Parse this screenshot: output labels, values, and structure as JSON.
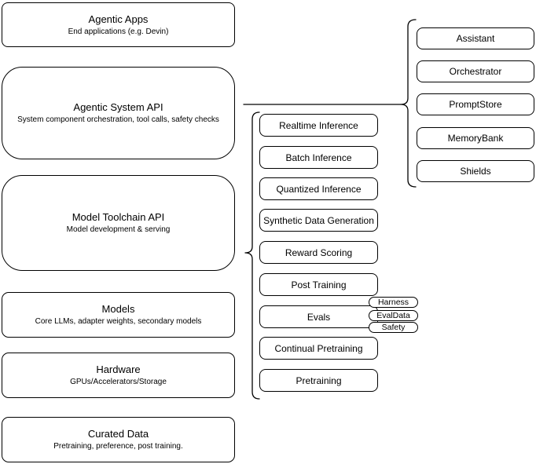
{
  "left_stack": [
    {
      "title": "Agentic Apps",
      "subtitle": "End applications (e.g. Devin)"
    },
    {
      "title": "Agentic System API",
      "subtitle": "System component orchestration, tool calls, safety checks"
    },
    {
      "title": "Model Toolchain API",
      "subtitle": "Model development & serving"
    },
    {
      "title": "Models",
      "subtitle": "Core LLMs, adapter weights, secondary models"
    },
    {
      "title": "Hardware",
      "subtitle": "GPUs/Accelerators/Storage"
    },
    {
      "title": "Curated Data",
      "subtitle": "Pretraining, preference, post training."
    }
  ],
  "toolchain": {
    "services": [
      "Realtime Inference",
      "Batch Inference",
      "Quantized Inference",
      "Synthetic Data Generation",
      "Reward Scoring",
      "Post Training",
      "Evals",
      "Continual Pretraining",
      "Pretraining"
    ],
    "eval_tags": [
      "Harness",
      "EvalData",
      "Safety"
    ]
  },
  "system": {
    "components": [
      "Assistant",
      "Orchestrator",
      "PromptStore",
      "MemoryBank",
      "Shields"
    ]
  },
  "colors": {
    "stroke": "#000000",
    "box_fill": "#ffffff",
    "page_background": "#ffffff"
  }
}
